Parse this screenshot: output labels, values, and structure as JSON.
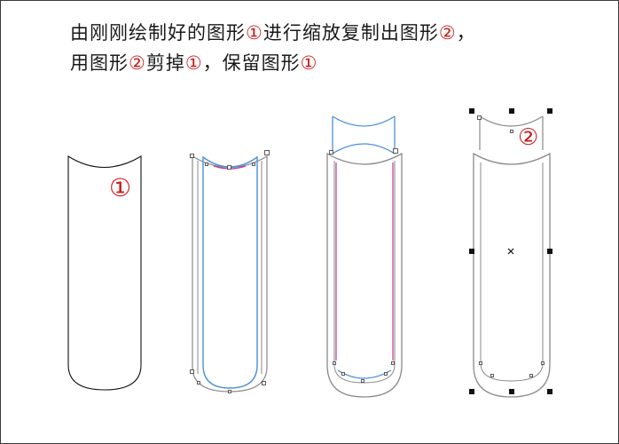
{
  "caption": {
    "line1": [
      {
        "text": "由刚刚绘制好的图形",
        "style": "normal"
      },
      {
        "text": "①",
        "style": "red"
      },
      {
        "text": "进行缩放复制出图形",
        "style": "normal"
      },
      {
        "text": "②",
        "style": "red"
      },
      {
        "text": "，",
        "style": "normal"
      }
    ],
    "line2": [
      {
        "text": "用图形",
        "style": "normal"
      },
      {
        "text": "②",
        "style": "red"
      },
      {
        "text": "剪掉",
        "style": "normal"
      },
      {
        "text": "①",
        "style": "red"
      },
      {
        "text": "，保留图形",
        "style": "normal"
      },
      {
        "text": "①",
        "style": "red"
      }
    ]
  },
  "labels": {
    "shape1": "①",
    "shape2": "②"
  },
  "colors": {
    "outline": "#111111",
    "gray_shape": "#8a8a8a",
    "blue_shape": "#4a8fd6",
    "magenta_edge": "#c23a9a",
    "label_red": "#cc1a1a",
    "handle": "#111111"
  },
  "icons": {
    "center_marker": "x-mark-icon"
  }
}
